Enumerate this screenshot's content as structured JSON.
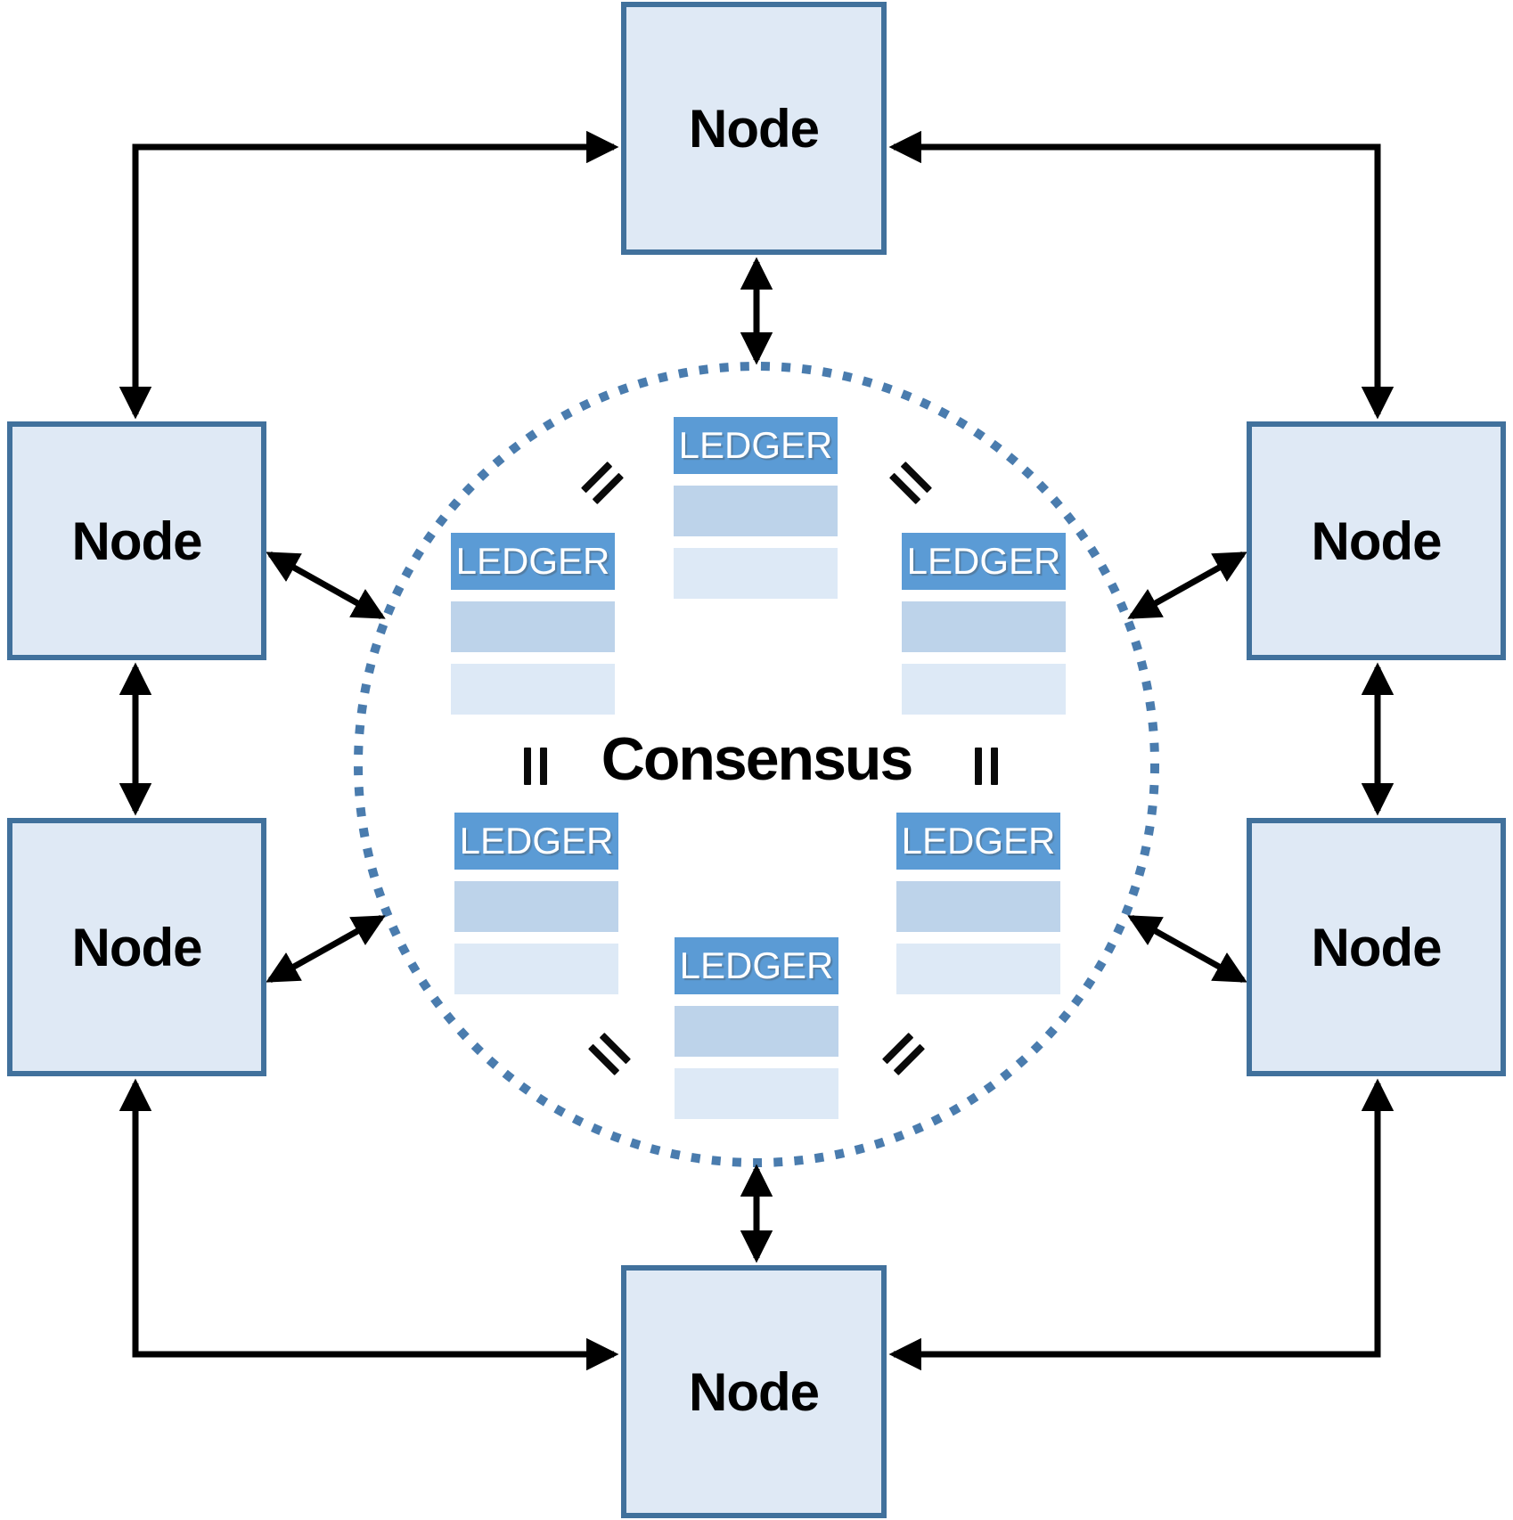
{
  "diagram": {
    "type": "blockchain-consensus-network",
    "center_label": "Consensus"
  },
  "nodes": [
    {
      "id": "top",
      "label": "Node"
    },
    {
      "id": "upper-left",
      "label": "Node"
    },
    {
      "id": "upper-right",
      "label": "Node"
    },
    {
      "id": "lower-left",
      "label": "Node"
    },
    {
      "id": "lower-right",
      "label": "Node"
    },
    {
      "id": "bottom",
      "label": "Node"
    }
  ],
  "ledgers": [
    {
      "id": "top-center",
      "header": "LEDGER",
      "rows": 2
    },
    {
      "id": "upper-left",
      "header": "LEDGER",
      "rows": 2
    },
    {
      "id": "upper-right",
      "header": "LEDGER",
      "rows": 2
    },
    {
      "id": "lower-left",
      "header": "LEDGER",
      "rows": 2
    },
    {
      "id": "lower-right",
      "header": "LEDGER",
      "rows": 2
    },
    {
      "id": "bottom-center",
      "header": "LEDGER",
      "rows": 2
    }
  ],
  "icons": {
    "equals_mark": "double-bar-equals (ledgers are identical)",
    "arrow_style": "black double-headed arrows between peers and consensus ring"
  },
  "colors": {
    "background": "#ffffff",
    "node_fill": "#dfe9f5",
    "node_border": "#41719c",
    "ledger_header": "#5b9bd5",
    "ledger_row_medium": "#bdd3ea",
    "ledger_row_light": "#dde9f6",
    "circle_dots": "#4a7cae",
    "arrow": "#000000",
    "equals_mark": "#0a0a0a",
    "text": "#000000",
    "ledger_text": "#ffffff"
  }
}
